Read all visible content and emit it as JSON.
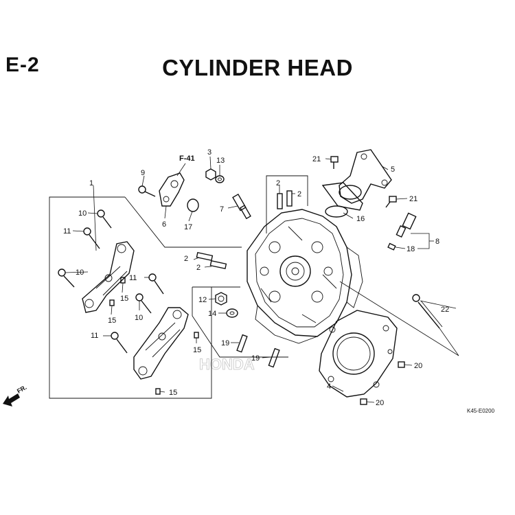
{
  "header": {
    "section_code": "E-2",
    "title": "CYLINDER HEAD"
  },
  "references": {
    "frame_ref": "F-41"
  },
  "callouts": [
    {
      "id": "c1",
      "text": "1"
    },
    {
      "id": "c2a",
      "text": "2"
    },
    {
      "id": "c2b",
      "text": "2"
    },
    {
      "id": "c2c",
      "text": "2"
    },
    {
      "id": "c2d",
      "text": "2"
    },
    {
      "id": "c3",
      "text": "3"
    },
    {
      "id": "c4",
      "text": "4"
    },
    {
      "id": "c5",
      "text": "5"
    },
    {
      "id": "c6",
      "text": "6"
    },
    {
      "id": "c7",
      "text": "7"
    },
    {
      "id": "c8",
      "text": "8"
    },
    {
      "id": "c9",
      "text": "9"
    },
    {
      "id": "c10a",
      "text": "10"
    },
    {
      "id": "c10b",
      "text": "10"
    },
    {
      "id": "c10c",
      "text": "10"
    },
    {
      "id": "c11a",
      "text": "11"
    },
    {
      "id": "c11b",
      "text": "11"
    },
    {
      "id": "c11c",
      "text": "11"
    },
    {
      "id": "c12",
      "text": "12"
    },
    {
      "id": "c13",
      "text": "13"
    },
    {
      "id": "c14",
      "text": "14"
    },
    {
      "id": "c15a",
      "text": "15"
    },
    {
      "id": "c15b",
      "text": "15"
    },
    {
      "id": "c15c",
      "text": "15"
    },
    {
      "id": "c15d",
      "text": "15"
    },
    {
      "id": "c16",
      "text": "16"
    },
    {
      "id": "c17",
      "text": "17"
    },
    {
      "id": "c18",
      "text": "18"
    },
    {
      "id": "c19a",
      "text": "19"
    },
    {
      "id": "c19b",
      "text": "19"
    },
    {
      "id": "c20a",
      "text": "20"
    },
    {
      "id": "c20b",
      "text": "20"
    },
    {
      "id": "c21a",
      "text": "21"
    },
    {
      "id": "c21b",
      "text": "21"
    },
    {
      "id": "c22",
      "text": "22"
    }
  ],
  "direction_label": "FR.",
  "catalog_code": "K45-E0200",
  "watermark": "HONDA"
}
